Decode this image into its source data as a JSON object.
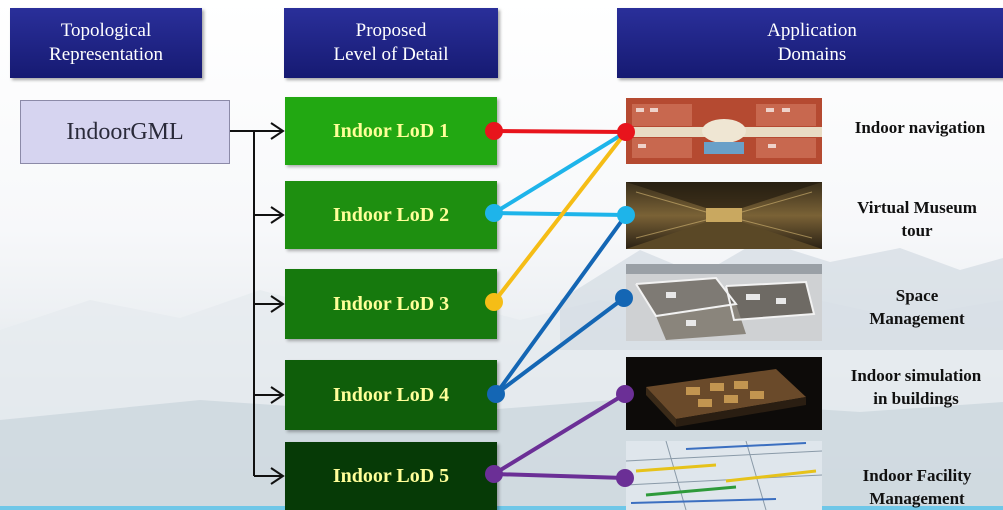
{
  "headers": [
    {
      "line1": "Topological",
      "line2": "Representation"
    },
    {
      "line1": "Proposed",
      "line2": "Level of Detail"
    },
    {
      "line1": "Application",
      "line2": "Domains"
    }
  ],
  "source": {
    "label": "IndoorGML"
  },
  "lods": [
    {
      "label": "Indoor LoD 1"
    },
    {
      "label": "Indoor LoD 2"
    },
    {
      "label": "Indoor LoD 3"
    },
    {
      "label": "Indoor LoD 4"
    },
    {
      "label": "Indoor LoD 5"
    }
  ],
  "domains": [
    {
      "line1": "Indoor navigation",
      "line2": "",
      "image": "floor-plan-thumbnail"
    },
    {
      "line1": "Virtual Museum",
      "line2": "tour",
      "image": "museum-hall-thumbnail"
    },
    {
      "line1": "Space",
      "line2": "Management",
      "image": "3d-rooms-thumbnail"
    },
    {
      "line1": "Indoor simulation",
      "line2": "in buildings",
      "image": "building-cutaway-thumbnail"
    },
    {
      "line1": "Indoor Facility",
      "line2": "Management",
      "image": "facility-pipes-thumbnail"
    }
  ],
  "connections": [
    {
      "from_lod": 1,
      "to_domain": 1,
      "color": "#e8141c"
    },
    {
      "from_lod": 2,
      "to_domain": 1,
      "color": "#1eb4ea"
    },
    {
      "from_lod": 2,
      "to_domain": 2,
      "color": "#1eb4ea"
    },
    {
      "from_lod": 3,
      "to_domain": 1,
      "color": "#f5bd16"
    },
    {
      "from_lod": 4,
      "to_domain": 2,
      "color": "#1466b4"
    },
    {
      "from_lod": 4,
      "to_domain": 3,
      "color": "#1466b4"
    },
    {
      "from_lod": 5,
      "to_domain": 4,
      "color": "#6b2f96"
    },
    {
      "from_lod": 5,
      "to_domain": 5,
      "color": "#6b2f96"
    }
  ],
  "colors": {
    "header_bg": "#1f237f",
    "header_text": "#ffffff",
    "lod_text": "#ffff99",
    "source_bg": "#d6d4f0"
  }
}
